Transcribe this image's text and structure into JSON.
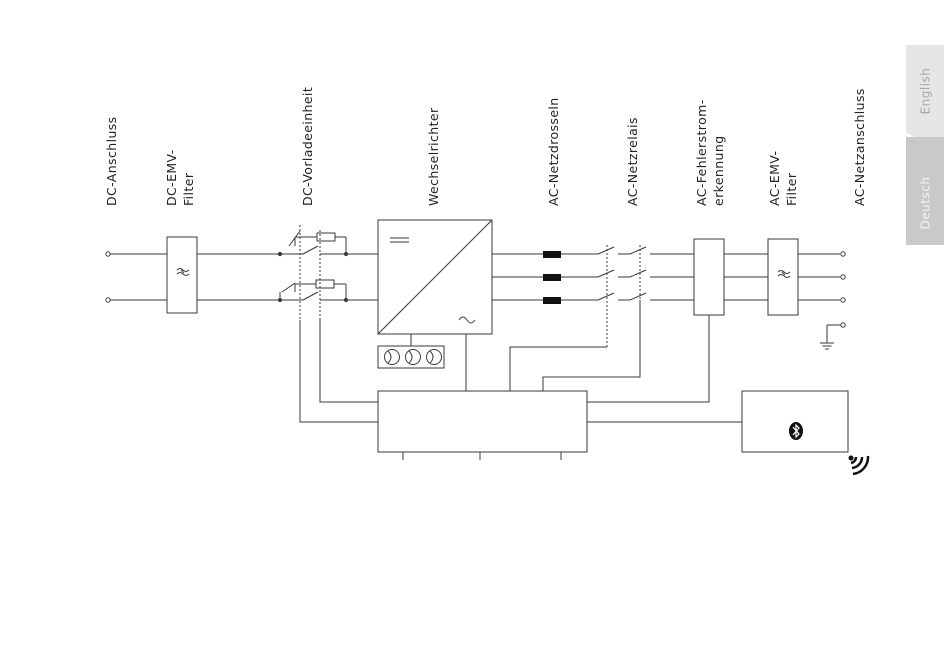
{
  "diagram": {
    "labels": {
      "dc_connection": [
        "DC-Anschluss"
      ],
      "dc_emc_filter": [
        "DC-EMV-",
        "Filter"
      ],
      "dc_precharge": [
        "DC-Vorladeeinheit"
      ],
      "inverter": [
        "Wechselrichter"
      ],
      "ac_chokes": [
        "AC-Netzdrosseln"
      ],
      "ac_relays": [
        "AC-Netzrelais"
      ],
      "ac_rcd": [
        "AC-Fehlerstrom-",
        "erkennung"
      ],
      "ac_emc_filter": [
        "AC-EMV-",
        "Filter"
      ],
      "ac_grid": [
        "AC-Netzanschluss"
      ]
    },
    "symbols": {
      "filter": "≈",
      "inverter_dc": "=",
      "inverter_ac": "~"
    },
    "icons": [
      "bluetooth-icon",
      "wireless-signal-icon",
      "fan-icon",
      "ground-icon"
    ]
  },
  "language_tabs": {
    "english": "English",
    "deutsch": "Deutsch",
    "active": "Deutsch"
  },
  "colors": {
    "line": "#3a3a3a",
    "tab_active": "#c9c9c9",
    "tab_inactive": "#e6e6e6"
  }
}
